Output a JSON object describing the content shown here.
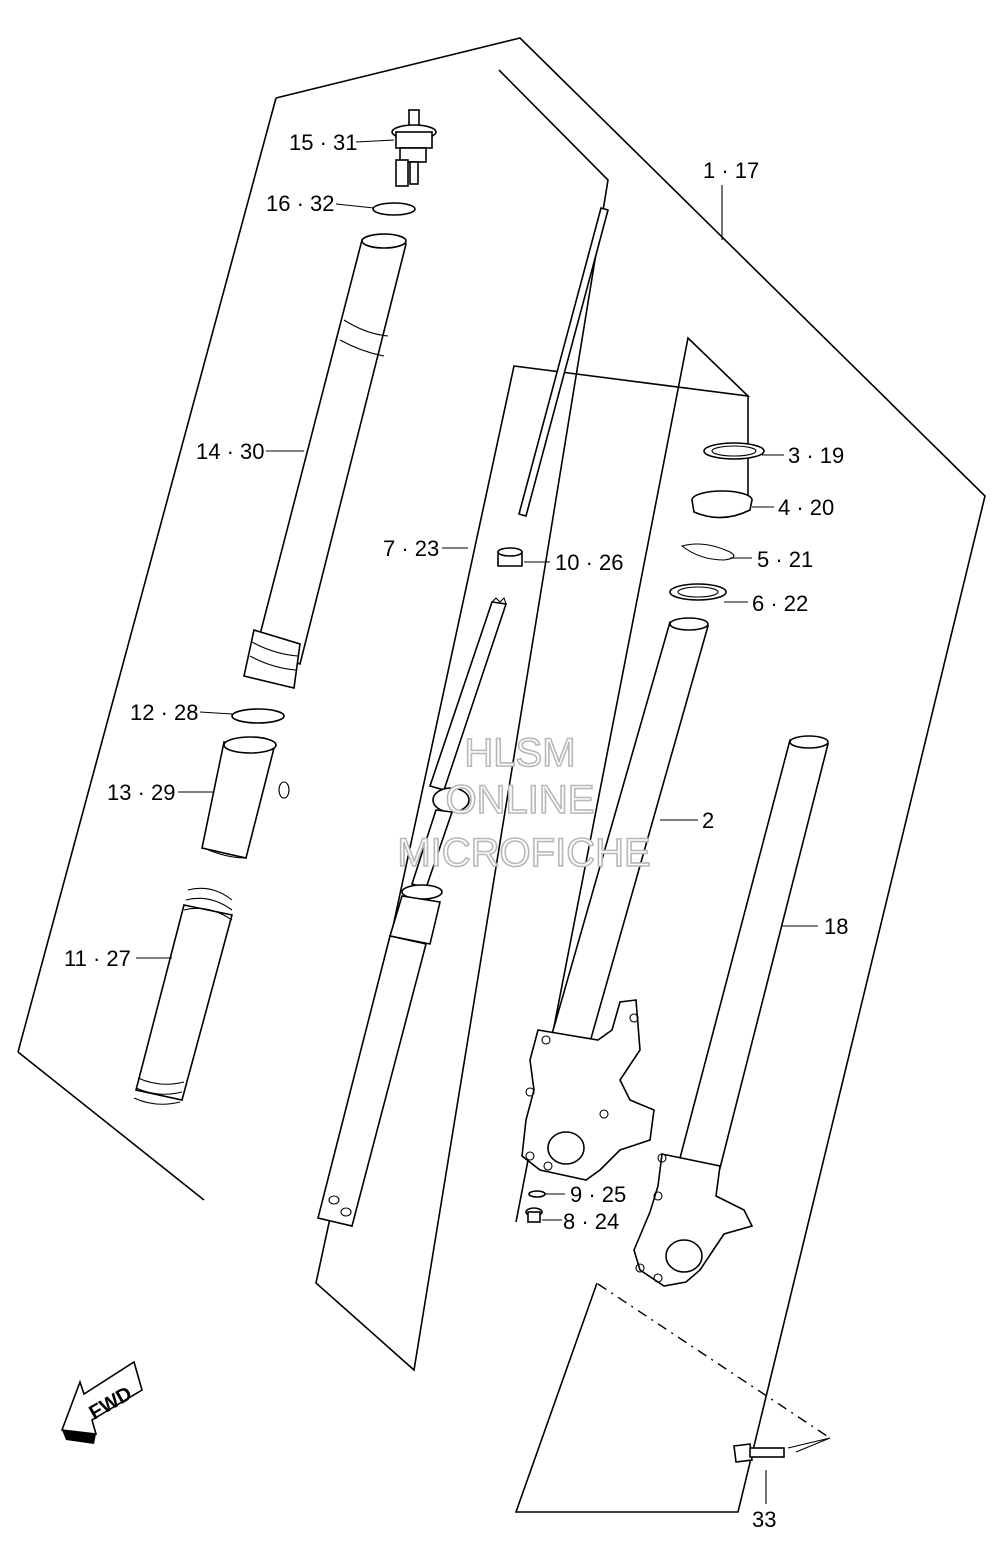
{
  "callouts": {
    "c1": "1 · 17",
    "c2": "2",
    "c3": "3 · 19",
    "c4": "4 · 20",
    "c5": "5 · 21",
    "c6": "6 · 22",
    "c7": "7 · 23",
    "c8": "8 · 24",
    "c9": "9 · 25",
    "c10": "10 · 26",
    "c11": "11 · 27",
    "c12": "12 · 28",
    "c13": "13 · 29",
    "c14": "14 · 30",
    "c15": "15 · 31",
    "c16": "16 · 32",
    "c18": "18",
    "c33": "33"
  },
  "watermark": {
    "line1": "HLSM",
    "line2": "ONLINE",
    "line3": "MICROFICHE"
  },
  "fwd": {
    "label": "FWD"
  }
}
